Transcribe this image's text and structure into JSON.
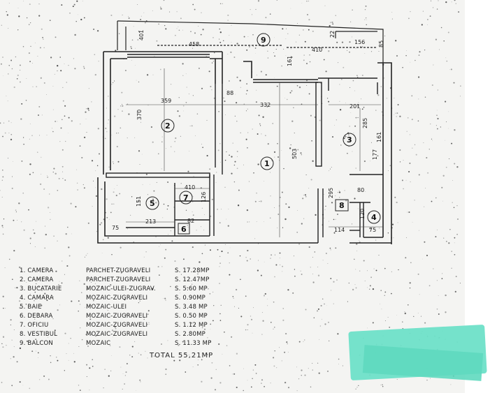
{
  "plan": {
    "rooms": [
      {
        "num": "1"
      },
      {
        "num": "2"
      },
      {
        "num": "3"
      },
      {
        "num": "4"
      },
      {
        "num": "5"
      },
      {
        "num": "6"
      },
      {
        "num": "7"
      },
      {
        "num": "8"
      },
      {
        "num": "9"
      }
    ],
    "dimensions": {
      "d401": "401",
      "d458": "458",
      "d410": "410",
      "d156": "156",
      "d85": "85",
      "d22": "22",
      "d161": "161",
      "d88": "88",
      "d359": "359",
      "d332": "332",
      "d201": "201",
      "d370": "370",
      "d503": "503",
      "d285": "285",
      "d161b": "161",
      "d177": "177",
      "d80": "80",
      "d410b": "410",
      "d151": "151",
      "d213": "213",
      "d75": "75",
      "d82": "82",
      "d126": "126",
      "d295": "295",
      "d120": "120",
      "d114": "114",
      "d75b": "75"
    }
  },
  "legend": [
    {
      "num": "1.",
      "name": "CAMERA",
      "finish": "PARCHET-ZUGRAVELI",
      "area": "S. 17.28MP"
    },
    {
      "num": "2.",
      "name": "CAMERA",
      "finish": "PARCHET-ZUGRAVELI",
      "area": "S. 12.47MP"
    },
    {
      "num": "3.",
      "name": "BUCATARIE",
      "finish": "MOZAIC-ULEI-ZUGRAV.",
      "area": "S. 5.60 MP"
    },
    {
      "num": "4.",
      "name": "CAMARA",
      "finish": "MOZAIC-ZUGRAVELI",
      "area": "S. 0.90MP"
    },
    {
      "num": "5.",
      "name": "BAIE",
      "finish": "MOZAIC-ULEI",
      "area": "S. 3.48 MP"
    },
    {
      "num": "6.",
      "name": "DEBARA",
      "finish": "MOZAIC-ZUGRAVELI",
      "area": "S. 0.50 MP"
    },
    {
      "num": "7.",
      "name": "OFICIU",
      "finish": "MOZAIC-ZUGRAVELI",
      "area": "S. 1.12 MP"
    },
    {
      "num": "8.",
      "name": "VESTIBUL",
      "finish": "MOZAIC-ZUGRAVELI",
      "area": "S. 2.80MP"
    },
    {
      "num": "9.",
      "name": "BALCON",
      "finish": "MOZAIC",
      "area": "S. 11.33 MP"
    }
  ],
  "total": {
    "label": "TOTAL",
    "value": "55,21MP"
  },
  "colors": {
    "paper": "#f4f4f2",
    "ink": "#1a1a1a",
    "highlight": "#6ee0c8"
  }
}
